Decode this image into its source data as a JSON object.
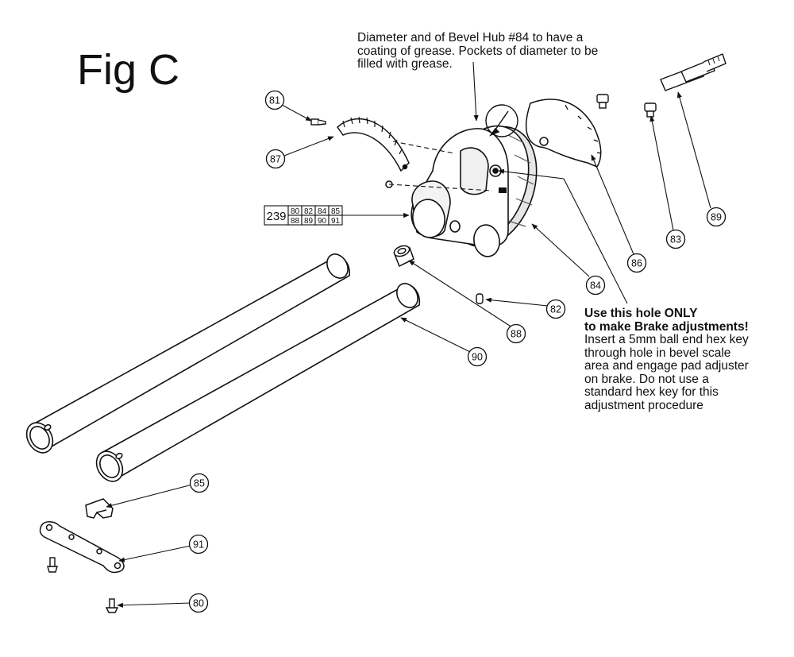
{
  "figure": {
    "title": "Fig C",
    "notes": {
      "grease": [
        "Diameter and of Bevel Hub #84 to have a",
        "coating of grease. Pockets of diameter to be",
        "filled with grease."
      ],
      "brake_heading": [
        "Use this hole ONLY",
        "to make Brake adjustments!"
      ],
      "brake_body": [
        "Insert a 5mm ball end hex key",
        "through hole in bevel scale",
        "area and engage pad adjuster",
        "on brake. Do not use a",
        "standard hex key for this",
        "adjustment procedure"
      ]
    },
    "callouts": {
      "c81": "81",
      "c87": "87",
      "c89": "89",
      "c83": "83",
      "c86": "86",
      "c84": "84",
      "c82": "82",
      "c88": "88",
      "c90": "90",
      "c85": "85",
      "c91": "91",
      "c80": "80"
    },
    "assembly": {
      "number": "239",
      "parts_top": [
        "80",
        "82",
        "84",
        "85"
      ],
      "parts_bottom": [
        "88",
        "89",
        "90",
        "91"
      ]
    }
  }
}
